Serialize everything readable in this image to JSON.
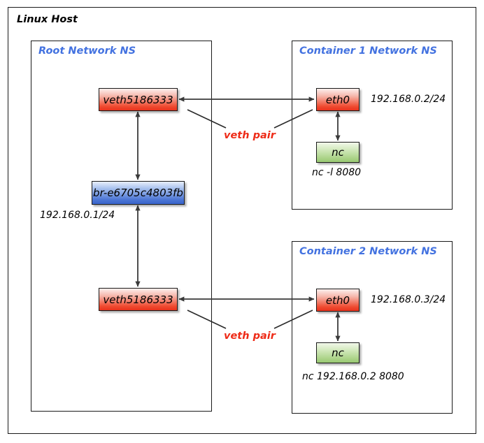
{
  "diagram": {
    "title": "Linux Host",
    "namespaces": {
      "root": "Root Network NS",
      "container1": "Container 1 Network NS",
      "container2": "Container 2 Network NS"
    },
    "nodes": {
      "veth_top": "veth5186333",
      "bridge": "br-e6705c4803fb",
      "veth_bottom": "veth5186333",
      "eth0_c1": "eth0",
      "nc_c1": "nc",
      "eth0_c2": "eth0",
      "nc_c2": "nc"
    },
    "labels": {
      "bridge_ip": "192.168.0.1/24",
      "eth0_c1_ip": "192.168.0.2/24",
      "eth0_c2_ip": "192.168.0.3/24",
      "nc_c1_cmd": "nc -l 8080",
      "nc_c2_cmd": "nc 192.168.0.2 8080",
      "veth_pair_top": "veth pair",
      "veth_pair_bottom": "veth pair"
    },
    "colors": {
      "interface_red": "#ef4a30",
      "bridge_blue": "#4a74d4",
      "process_green": "#a7d183",
      "namespace_title_blue": "#4372e0",
      "veth_pair_label_red": "#ee2b17",
      "frame_border": "#1a1a1a",
      "background": "#ffffff"
    }
  }
}
